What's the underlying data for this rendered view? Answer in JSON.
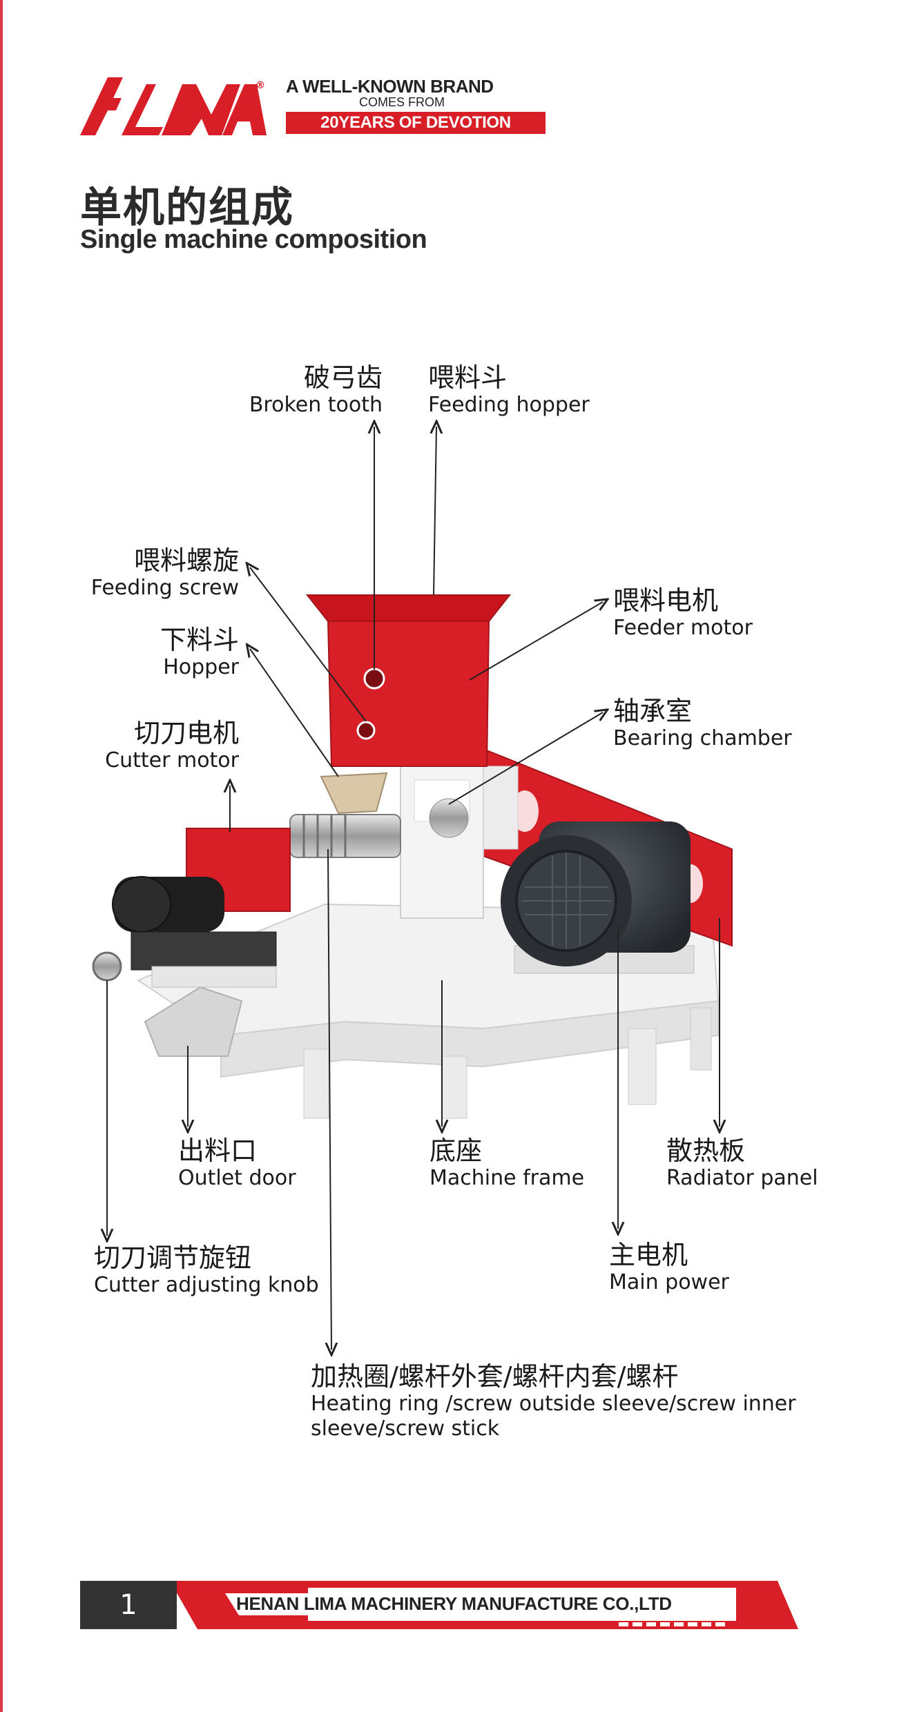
{
  "header": {
    "logo_text": "LIMA",
    "registered": "®",
    "tagline_line1": "A WELL-KNOWN BRAND",
    "tagline_line2": "COMES FROM",
    "tagline_line3": "20YEARS OF DEVOTION",
    "brand_color": "#d81e27"
  },
  "title": {
    "cn": "单机的组成",
    "en": "Single machine composition"
  },
  "labels": {
    "broken_tooth": {
      "cn": "破弓齿",
      "en": "Broken tooth"
    },
    "feeding_hopper": {
      "cn": "喂料斗",
      "en": "Feeding hopper"
    },
    "feeding_screw": {
      "cn": "喂料螺旋",
      "en": "Feeding screw"
    },
    "feeder_motor": {
      "cn": "喂料电机",
      "en": "Feeder motor"
    },
    "hopper": {
      "cn": "下料斗",
      "en": "Hopper"
    },
    "bearing_chamber": {
      "cn": "轴承室",
      "en": "Bearing chamber"
    },
    "cutter_motor": {
      "cn": "切刀电机",
      "en": "Cutter motor"
    },
    "outlet_door": {
      "cn": "出料口",
      "en": "Outlet door"
    },
    "machine_frame": {
      "cn": "底座",
      "en": "Machine frame"
    },
    "radiator_panel": {
      "cn": "散热板",
      "en": "Radiator panel"
    },
    "cutter_knob": {
      "cn": "切刀调节旋钮",
      "en": "Cutter adjusting knob"
    },
    "main_power": {
      "cn": "主电机",
      "en": "Main power"
    },
    "heating_ring": {
      "cn": "加热圈/螺杆外套/螺杆内套/螺杆",
      "en_line1": "Heating ring /screw outside  sleeve/screw inner",
      "en_line2": "sleeve/screw stick"
    }
  },
  "footer": {
    "page_number": "1",
    "company": "HENAN LIMA MACHINERY MANUFACTURE CO.,LTD"
  }
}
